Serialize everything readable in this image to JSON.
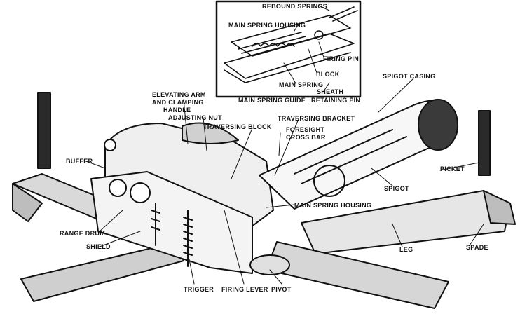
{
  "labels": {
    "rebound_springs": "REBOUND SPRINGS",
    "main_spring_housing_inset": "MAIN SPRING HOUSING",
    "firing_pin": "FIRING PIN",
    "block": "BLOCK",
    "main_spring": "MAIN SPRING",
    "sheath": "SHEATH",
    "main_spring_guide": "MAIN SPRING GUIDE",
    "retaining_pin": "RETAINING PIN",
    "spigot_casing": "SPIGOT CASING",
    "elevating_arm": "ELEVATING ARM",
    "and_clamping": "AND CLAMPING",
    "handle": "HANDLE",
    "adjusting_nut": "ADJUSTING NUT",
    "traversing_block": "TRAVERSING BLOCK",
    "traversing_bracket": "TRAVERSING BRACKET",
    "foresight": "FORESIGHT",
    "cross_bar": "CROSS BAR",
    "buffer": "BUFFER",
    "picket": "PICKET",
    "spigot": "SPIGOT",
    "main_spring_housing": "MAIN SPRING HOUSING",
    "range_drum": "RANGE DRUM",
    "shield": "SHIELD",
    "leg": "LEG",
    "spade": "SPADE",
    "trigger": "TRIGGER",
    "firing_lever": "FIRING LEVER",
    "pivot": "PIVOT"
  }
}
